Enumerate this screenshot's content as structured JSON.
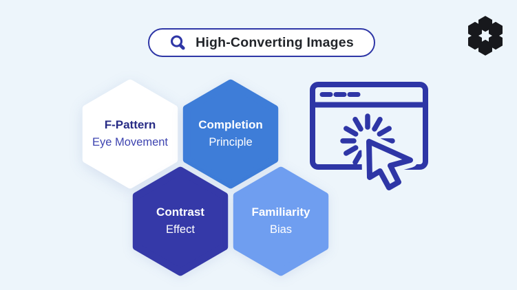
{
  "theme": {
    "background": "#edf5fb",
    "indigo": "#2e36a6",
    "logo_color": "#17181c",
    "search_text_color": "#22252a",
    "white": "#ffffff"
  },
  "search": {
    "label": "High-Converting Images",
    "icon": "magnifier-icon"
  },
  "logo": {
    "icon": "hex-flower-logo"
  },
  "hexagons": [
    {
      "title": "F-Pattern",
      "subtitle": "Eye Movement",
      "fill": "#ffffff",
      "title_color": "#272b85",
      "subtitle_color": "#3e44b0"
    },
    {
      "title": "Completion",
      "subtitle": "Principle",
      "fill": "#3e7dd8",
      "title_color": "#ffffff",
      "subtitle_color": "#ffffff"
    },
    {
      "title": "Contrast",
      "subtitle": "Effect",
      "fill": "#3539a8",
      "title_color": "#ffffff",
      "subtitle_color": "#ffffff"
    },
    {
      "title": "Familiarity",
      "subtitle": "Bias",
      "fill": "#6f9ef0",
      "title_color": "#ffffff",
      "subtitle_color": "#ffffff"
    }
  ],
  "browser_icon": {
    "icon": "browser-window-click-icon"
  }
}
